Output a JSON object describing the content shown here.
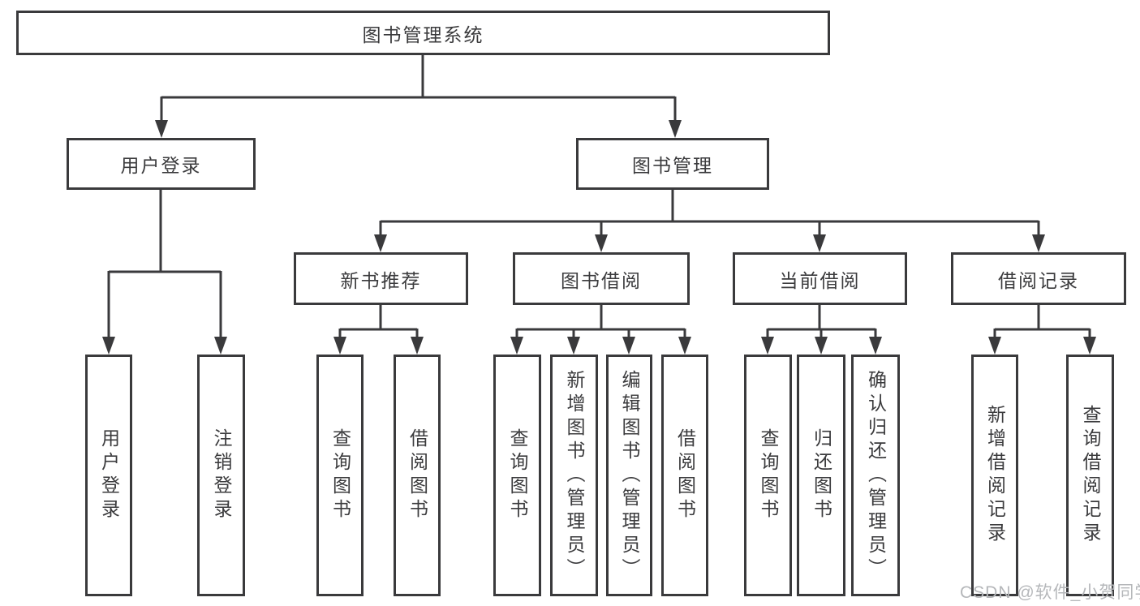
{
  "tree": {
    "label": "图书管理系统",
    "children": [
      {
        "label": "用户登录",
        "children": [
          {
            "label": "用户登录"
          },
          {
            "label": "注销登录"
          }
        ]
      },
      {
        "label": "图书管理",
        "children": [
          {
            "label": "新书推荐",
            "children": [
              {
                "label": "查询图书"
              },
              {
                "label": "借阅图书"
              }
            ]
          },
          {
            "label": "图书借阅",
            "children": [
              {
                "label": "查询图书"
              },
              {
                "label": "新增图书（管理员）"
              },
              {
                "label": "编辑图书（管理员）"
              },
              {
                "label": "借阅图书"
              }
            ]
          },
          {
            "label": "当前借阅",
            "children": [
              {
                "label": "查询图书"
              },
              {
                "label": "归还图书"
              },
              {
                "label": "确认归还（管理员）"
              }
            ]
          },
          {
            "label": "借阅记录",
            "children": [
              {
                "label": "新增借阅记录"
              },
              {
                "label": "查询借阅记录"
              }
            ]
          }
        ]
      }
    ]
  },
  "watermark": {
    "text": "CSDN @软件_小贺同学"
  },
  "colors": {
    "line": "#3a3a3c",
    "text": "#3b3b3d",
    "watermark": "#b5b7ba",
    "background": "#ffffff"
  }
}
